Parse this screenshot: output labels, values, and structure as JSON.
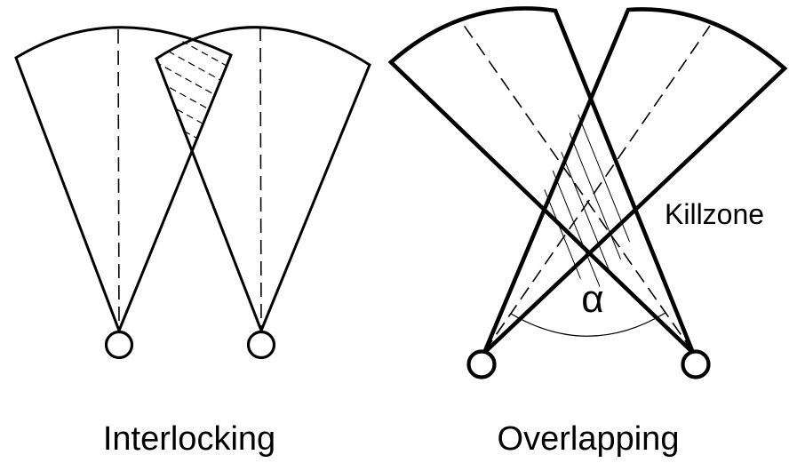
{
  "page": {
    "background_color": "#ffffff",
    "line_color": "#000000"
  },
  "figures": {
    "left": {
      "title": "Interlocking"
    },
    "right": {
      "title": "Overlapping",
      "killzone_label": "Killzone",
      "angle_label": "α"
    }
  }
}
